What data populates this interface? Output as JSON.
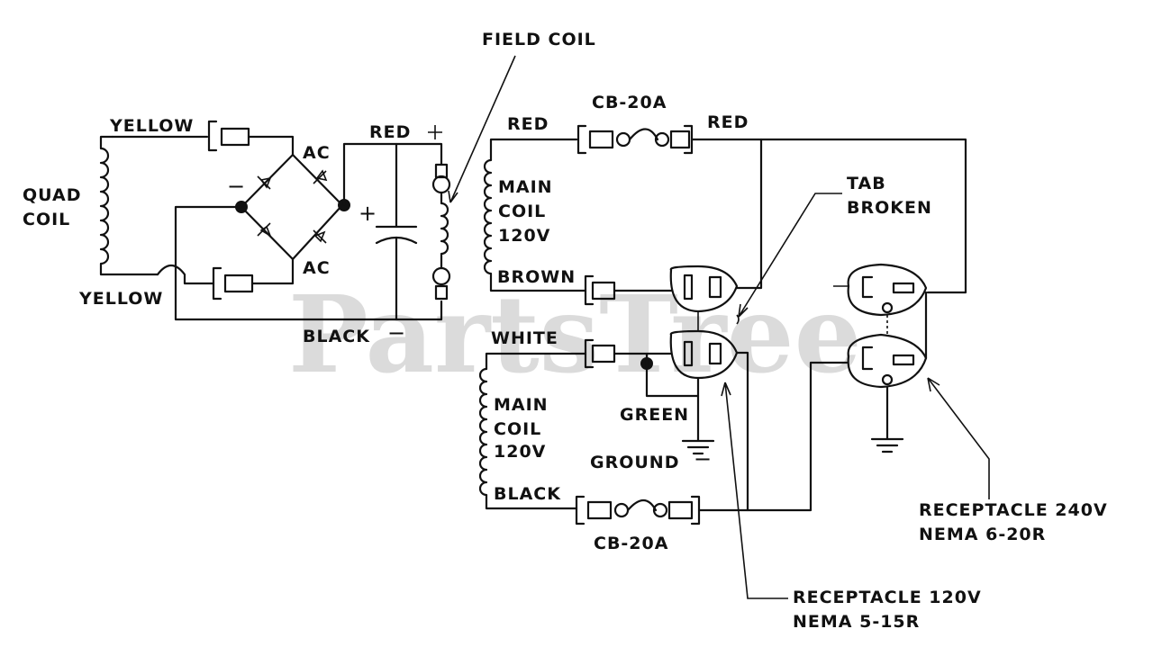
{
  "watermark": "PartsTree",
  "labels": {
    "field_coil": "FIELD COIL",
    "yellow_top": "YELLOW",
    "yellow_bottom": "YELLOW",
    "quad_coil_1": "QUAD",
    "quad_coil_2": "COIL",
    "ac_top": "AC",
    "ac_bottom": "AC",
    "bridge_minus": "−",
    "bridge_plus": "+",
    "red_field": "RED",
    "black_field": "BLACK",
    "black_field_minus": "−",
    "cb_top": "CB-20A",
    "red_left": "RED",
    "red_right": "RED",
    "main_coil_top_1": "MAIN",
    "main_coil_top_2": "COIL",
    "main_coil_top_3": "120V",
    "brown": "BROWN",
    "tab_broken_1": "TAB",
    "tab_broken_2": "BROKEN",
    "white": "WHITE",
    "green": "GREEN",
    "ground": "GROUND",
    "main_coil_bottom_1": "MAIN",
    "main_coil_bottom_2": "COIL",
    "main_coil_bottom_3": "120V",
    "black_bottom": "BLACK",
    "cb_bottom": "CB-20A",
    "receptacle_240_1": "RECEPTACLE 240V",
    "receptacle_240_2": "NEMA 6-20R",
    "receptacle_120_1": "RECEPTACLE 120V",
    "receptacle_120_2": "NEMA 5-15R"
  }
}
